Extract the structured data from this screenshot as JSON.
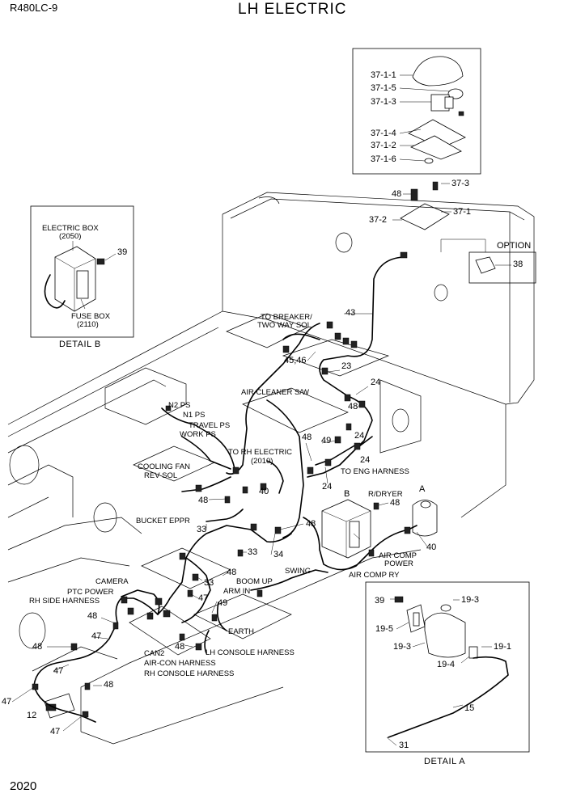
{
  "header": {
    "model": "R480LC-9",
    "title": "LH ELECTRIC"
  },
  "footer": {
    "page_number": "2020"
  },
  "details": {
    "b": {
      "caption": "DETAIL  B",
      "electric_box": "ELECTRIC BOX",
      "electric_box_code": "(2050)",
      "fuse_box": "FUSE BOX",
      "fuse_box_code": "(2110)",
      "part": "39"
    },
    "a": {
      "caption": "DETAIL  A"
    },
    "option": {
      "label": "OPTION",
      "part": "38"
    }
  },
  "callouts_top": [
    "37-1-1",
    "37-1-5",
    "37-1-3",
    "37-1-4",
    "37-1-2",
    "37-1-6"
  ],
  "callouts_bracket": {
    "p48": "48",
    "p37_3": "37-3",
    "p37_2": "37-2",
    "p37_1": "37-1"
  },
  "labels": {
    "to_breaker_1": "TO BREAKER/",
    "to_breaker_2": "TWO WAY SOL.",
    "air_cleaner": "AIR CLEANER S/W",
    "n2ps": "N2 PS",
    "n1ps": "N1 PS",
    "travel_ps": "TRAVEL PS",
    "work_ps": "WORK PS",
    "to_rh_electric": "TO RH ELECTRIC",
    "to_rh_electric_code": "(2010)",
    "cooling_fan": "COOLING FAN",
    "rev_sol": "REV SOL",
    "to_eng_harness": "TO ENG HARNESS",
    "rdryer": "R/DRYER",
    "bucket_eppr": "BUCKET EPPR",
    "camera": "CAMERA",
    "ptc_power": "PTC POWER",
    "rh_side_harness": "RH SIDE HARNESS",
    "swing": "SWING",
    "boom_up": "BOOM UP",
    "arm_in": "ARM IN",
    "air_comp_power_1": "AIR COMP",
    "air_comp_power_2": "POWER",
    "air_comp_ry": "AIR COMP RY",
    "earth": "EARTH",
    "can2": "CAN2",
    "aircon_harness": "AIR-CON HARNESS",
    "lh_console_harness": "LH CONSOLE HARNESS",
    "rh_console_harness": "RH CONSOLE HARNESS",
    "letter_a": "A",
    "letter_b": "B"
  },
  "part_numbers": {
    "p43": "43",
    "p45_46": "45,46",
    "p23": "23",
    "p24a": "24",
    "p48a": "48",
    "p48b": "48",
    "p49a": "49",
    "p24b": "24",
    "p24c": "24",
    "p40a": "40",
    "p48c": "48",
    "p48d": "48",
    "p33a": "33",
    "p33b": "33",
    "p34": "34",
    "p33c": "33",
    "p48e": "48",
    "p40b": "40",
    "p47a": "47",
    "p49b": "49",
    "p48f": "48",
    "p47b": "47",
    "p48g": "48",
    "p47c": "47",
    "p48h": "48",
    "p48i": "48",
    "p47d": "47",
    "p12": "12",
    "p47e": "47"
  },
  "detail_a_parts": {
    "p39": "39",
    "p19_3a": "19-3",
    "p19_5": "19-5",
    "p19_3b": "19-3",
    "p19_1": "19-1",
    "p19_4": "19-4",
    "p15": "15",
    "p31": "31"
  }
}
